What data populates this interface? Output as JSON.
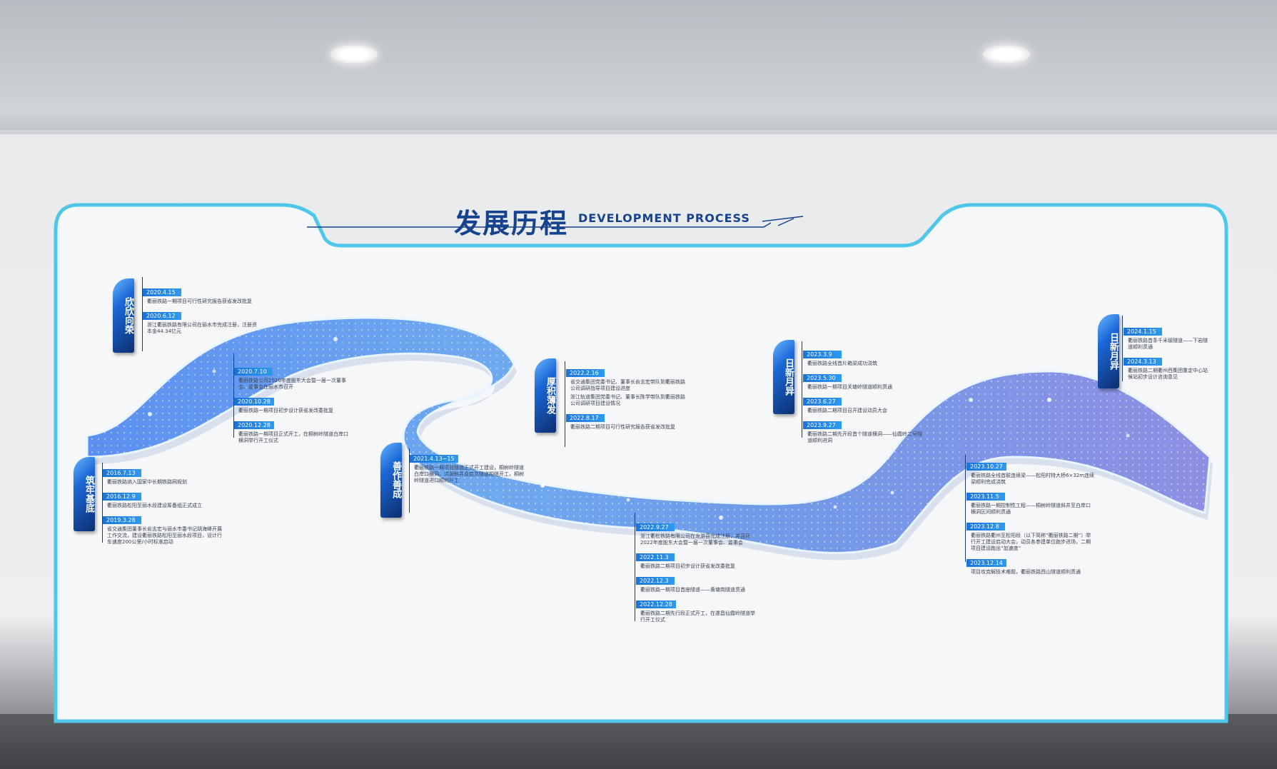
{
  "header": {
    "title_cn": "发展历程",
    "title_en": "DEVELOPMENT PROCESS"
  },
  "stages": [
    {
      "id": "s1",
      "label": "欣欣向荣"
    },
    {
      "id": "s2",
      "label": "筑牢基底"
    },
    {
      "id": "s3",
      "label": "善作善成"
    },
    {
      "id": "s4",
      "label": "厚积薄发"
    },
    {
      "id": "s5",
      "label": "日新月异"
    },
    {
      "id": "s6",
      "label": "日新月异"
    }
  ],
  "events": {
    "g1": [
      {
        "date": "2020.4.15",
        "text": "衢丽铁路一期项目可行性研究报告获省发改批复"
      },
      {
        "date": "2020.6.12",
        "text": "浙江衢丽铁路有限公司在丽水市完成注册，注册资本金44.34亿元"
      }
    ],
    "g2": [
      {
        "date": "2020.7.10",
        "text": "衢丽铁路公司2020年度股东大会暨一届一次董事会、监事会在丽水市召开"
      },
      {
        "date": "2020.10.28",
        "text": "衢丽铁路一期项目初步设计获省发改委批复"
      },
      {
        "date": "2020.12.28",
        "text": "衢丽铁路一期项目正式开工，在桐树岭隧道白岸口横洞举行开工仪式"
      }
    ],
    "g3": [
      {
        "date": "2016.7.13",
        "text": "衢丽铁路纳入国家中长期铁路网规划"
      },
      {
        "date": "2016.12.9",
        "text": "衢丽铁路松阳至丽水段建设筹备组正式成立"
      },
      {
        "date": "2019.3.28",
        "text": "省交通集团董事长俞志宏与丽水市委书记胡海峰开展工作交流，建设衢丽铁路松阳至丽水段项目，设计行车速度200公里/小时标准启动"
      }
    ],
    "g4": [
      {
        "date": "2021.4.13~15",
        "text": "衢丽铁路一期项目隧道正式开工建设，桐树岭隧道白岸口横洞、洪源斜井及启灵隧道相继开工，桐树岭隧道进口顺利开工"
      }
    ],
    "g5": [
      {
        "date": "2022.2.16",
        "text": "省交通集团党委书记、董事长俞志宏带队到衢丽铁路公司调研指导项目建设进度"
      },
      {
        "date": "",
        "text": "浙江轨道集团党委书记、董事长陈学带队到衢丽铁路公司调研项目建设情况"
      },
      {
        "date": "2022.8.17",
        "text": "衢丽铁路二期项目可行性研究报告获省发改批复"
      }
    ],
    "g6": [
      {
        "date": "2022.9.27",
        "text": "浙江衢松铁路有限公司在龙游县完成注册，并召开2022年度股东大会暨一届一次董事会、监事会"
      },
      {
        "date": "2022.11.3",
        "text": "衢丽铁路二期项目初步设计获省发改委批复"
      },
      {
        "date": "2022.12.3",
        "text": "衢丽铁路一期项目首座隧道——黄塘岗隧道贯通"
      },
      {
        "date": "2022.12.28",
        "text": "衢丽铁路二期先行段正式开工，在遂昌仙霞岭隧道举行开工仪式"
      }
    ],
    "g7": [
      {
        "date": "2023.3.9",
        "text": "衢丽铁路全线首片箱梁成功浇筑"
      },
      {
        "date": "2023.5.30",
        "text": "衢丽铁路一期项目关塘岭隧道顺利贯通"
      },
      {
        "date": "2023.6.27",
        "text": "衢丽铁路二期项目召开建设动员大会"
      },
      {
        "date": "2023.9.27",
        "text": "衢丽铁路二期先开段首个隧道横洞——仙霞岭二号隧道顺利进洞"
      }
    ],
    "g8": [
      {
        "date": "2023.10.27",
        "text": "衢丽铁路全线首联连续梁——松阳村特大桥6×32m连续梁顺利完成浇筑"
      },
      {
        "date": "2023.11.5",
        "text": "衢丽铁路一期控制性工程——桐树岭隧道斜井至白岸口横洞区间顺利贯通"
      },
      {
        "date": "2023.12.8",
        "text": "衢丽铁路衢州至松阳段（以下简称“衢丽铁路二期”）举行开工建设启动大会，动员各参建单位跑步进场，二期项目建设跑出“加速度”"
      },
      {
        "date": "2023.12.14",
        "text": "项目攻克解技术难题，衢丽铁路西山隧道顺利贯通"
      }
    ],
    "g9": [
      {
        "date": "2024.1.15",
        "text": "衢丽铁路首条千米级隧道——下岩隧道顺利贯通"
      },
      {
        "date": "2024.3.13",
        "text": "衢丽铁路二期衢州西集团重定中心站候站初步设计咨询意见"
      }
    ]
  }
}
